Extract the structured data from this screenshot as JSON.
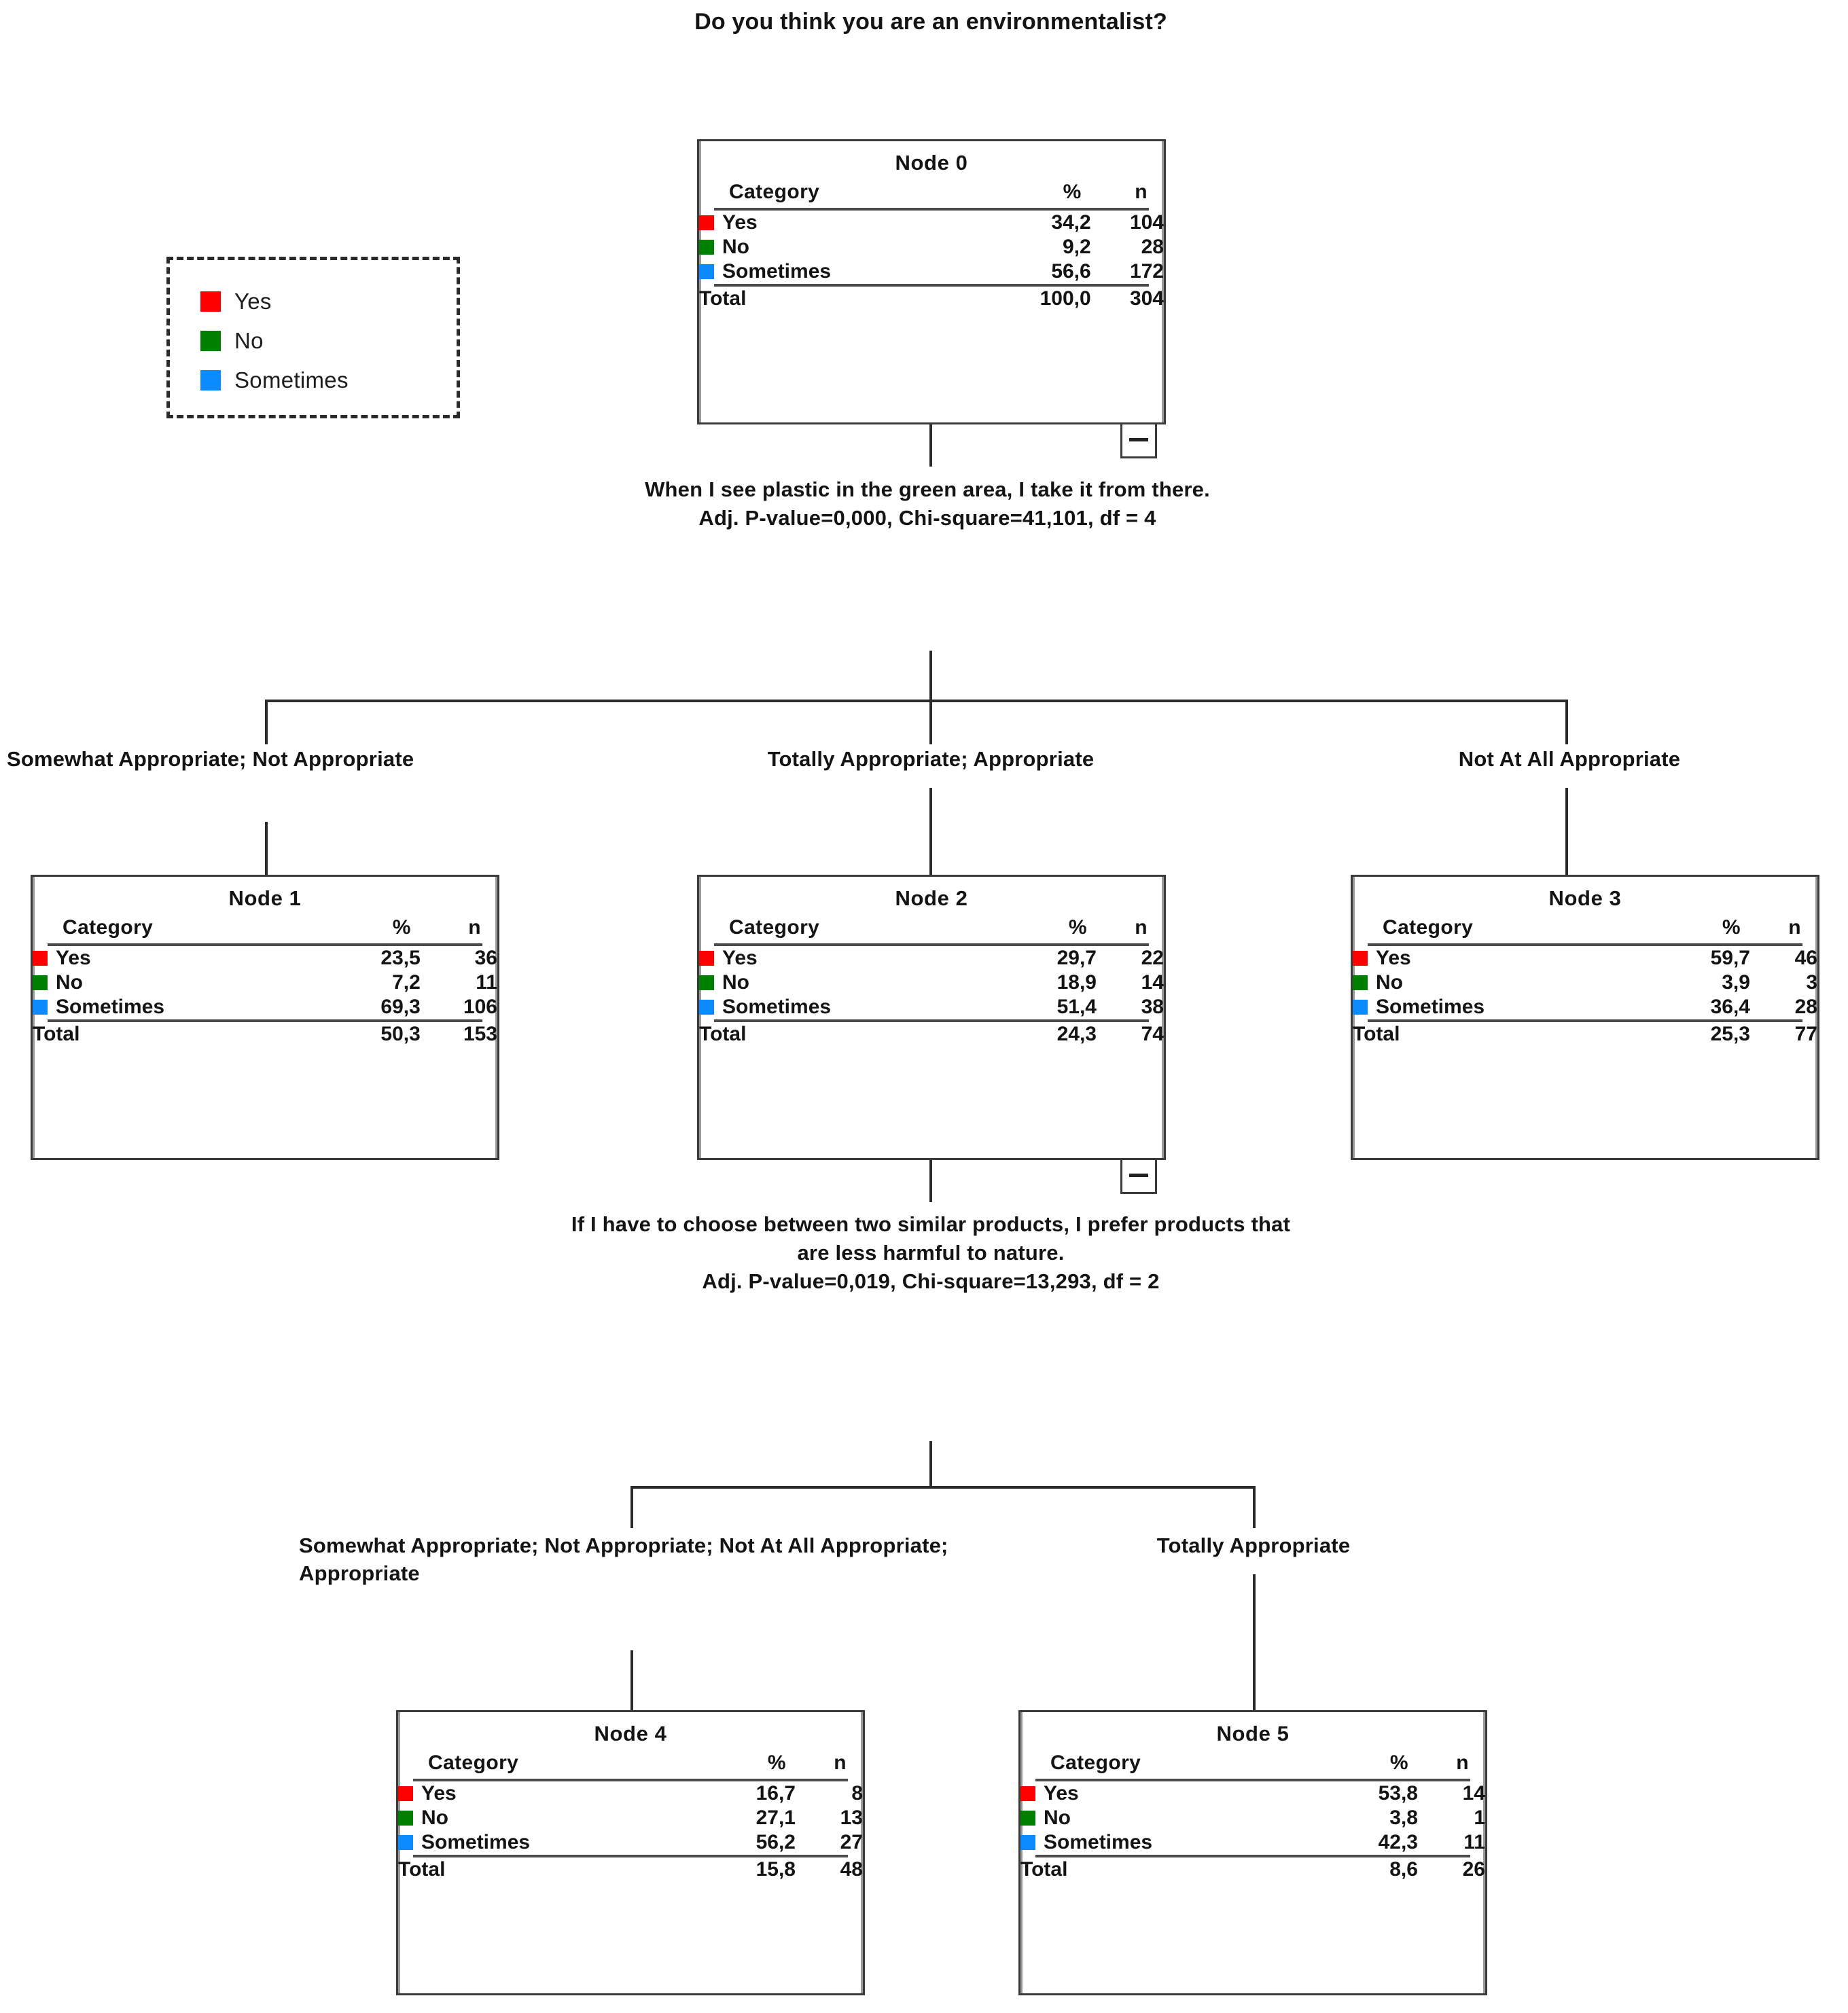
{
  "title": "Do you think you are an environmentalist?",
  "legend": {
    "name": "category-legend",
    "items": [
      {
        "label": "Yes",
        "color": "#FF0000"
      },
      {
        "label": "No",
        "color": "#008000"
      },
      {
        "label": "Sometimes",
        "color": "#0B8BFF"
      }
    ]
  },
  "table_headers": {
    "category": "Category",
    "percent": "%",
    "n": "n",
    "total": "Total"
  },
  "colors": {
    "yes": "#FF0000",
    "no": "#008000",
    "sometimes": "#0B8BFF",
    "border": "#3b3b3b",
    "line": "#2b2b2b",
    "background": "#FFFFFF"
  },
  "nodes": [
    {
      "id": "node-0",
      "title": "Node 0",
      "rows": [
        {
          "category": "Yes",
          "percent": "34,2",
          "n": "104"
        },
        {
          "category": "No",
          "percent": "9,2",
          "n": "28"
        },
        {
          "category": "Sometimes",
          "percent": "56,6",
          "n": "172"
        }
      ],
      "total": {
        "label": "Total",
        "percent": "100,0",
        "n": "304"
      },
      "collapse": "minus"
    },
    {
      "id": "node-1",
      "title": "Node 1",
      "rows": [
        {
          "category": "Yes",
          "percent": "23,5",
          "n": "36"
        },
        {
          "category": "No",
          "percent": "7,2",
          "n": "11"
        },
        {
          "category": "Sometimes",
          "percent": "69,3",
          "n": "106"
        }
      ],
      "total": {
        "label": "Total",
        "percent": "50,3",
        "n": "153"
      },
      "collapse": null
    },
    {
      "id": "node-2",
      "title": "Node 2",
      "rows": [
        {
          "category": "Yes",
          "percent": "29,7",
          "n": "22"
        },
        {
          "category": "No",
          "percent": "18,9",
          "n": "14"
        },
        {
          "category": "Sometimes",
          "percent": "51,4",
          "n": "38"
        }
      ],
      "total": {
        "label": "Total",
        "percent": "24,3",
        "n": "74"
      },
      "collapse": "minus"
    },
    {
      "id": "node-3",
      "title": "Node 3",
      "rows": [
        {
          "category": "Yes",
          "percent": "59,7",
          "n": "46"
        },
        {
          "category": "No",
          "percent": "3,9",
          "n": "3"
        },
        {
          "category": "Sometimes",
          "percent": "36,4",
          "n": "28"
        }
      ],
      "total": {
        "label": "Total",
        "percent": "25,3",
        "n": "77"
      },
      "collapse": null
    },
    {
      "id": "node-4",
      "title": "Node 4",
      "rows": [
        {
          "category": "Yes",
          "percent": "16,7",
          "n": "8"
        },
        {
          "category": "No",
          "percent": "27,1",
          "n": "13"
        },
        {
          "category": "Sometimes",
          "percent": "56,2",
          "n": "27"
        }
      ],
      "total": {
        "label": "Total",
        "percent": "15,8",
        "n": "48"
      },
      "collapse": null
    },
    {
      "id": "node-5",
      "title": "Node 5",
      "rows": [
        {
          "category": "Yes",
          "percent": "53,8",
          "n": "14"
        },
        {
          "category": "No",
          "percent": "3,8",
          "n": "1"
        },
        {
          "category": "Sometimes",
          "percent": "42,3",
          "n": "11"
        }
      ],
      "total": {
        "label": "Total",
        "percent": "8,6",
        "n": "26"
      },
      "collapse": null
    }
  ],
  "splits": [
    {
      "id": "split-1",
      "variable": "When I see plastic in the green area, I take it from there.",
      "stats": "Adj. P-value=0,000, Chi-square=41,101, df = 4",
      "text": "When I see plastic in the green area, I take it from there.\nAdj. P-value=0,000, Chi-square=41,101, df = 4",
      "branches": [
        "Somewhat Appropriate; Not Appropriate",
        "Totally Appropriate; Appropriate",
        "Not At All Appropriate"
      ]
    },
    {
      "id": "split-2",
      "variable": "If I have to choose between two similar products, I prefer products that are less harmful to nature.",
      "stats": "Adj. P-value=0,019, Chi-square=13,293, df = 2",
      "text": "If I have to choose between two similar products, I prefer products that are less harmful to nature.\nAdj. P-value=0,019, Chi-square=13,293, df = 2",
      "branches": [
        "Somewhat Appropriate; Not Appropriate; Not At All Appropriate; Appropriate",
        "Totally Appropriate"
      ]
    }
  ],
  "chart_data": {
    "type": "tree",
    "title": "Do you think you are an environmentalist?",
    "target_categories": [
      "Yes",
      "No",
      "Sometimes"
    ],
    "total_n": 304,
    "nodes": [
      {
        "node": 0,
        "parent": null,
        "percents": [
          34.2,
          9.2,
          56.6
        ],
        "counts": [
          104,
          28,
          172
        ],
        "total_percent": 100.0,
        "total_n": 304,
        "branch_label": null
      },
      {
        "node": 1,
        "parent": 0,
        "percents": [
          23.5,
          7.2,
          69.3
        ],
        "counts": [
          36,
          11,
          106
        ],
        "total_percent": 50.3,
        "total_n": 153,
        "branch_label": "Somewhat Appropriate; Not Appropriate"
      },
      {
        "node": 2,
        "parent": 0,
        "percents": [
          29.7,
          18.9,
          51.4
        ],
        "counts": [
          22,
          14,
          38
        ],
        "total_percent": 24.3,
        "total_n": 74,
        "branch_label": "Totally Appropriate; Appropriate"
      },
      {
        "node": 3,
        "parent": 0,
        "percents": [
          59.7,
          3.9,
          36.4
        ],
        "counts": [
          46,
          3,
          28
        ],
        "total_percent": 25.3,
        "total_n": 77,
        "branch_label": "Not At All Appropriate"
      },
      {
        "node": 4,
        "parent": 2,
        "percents": [
          16.7,
          27.1,
          56.2
        ],
        "counts": [
          8,
          13,
          27
        ],
        "total_percent": 15.8,
        "total_n": 48,
        "branch_label": "Somewhat Appropriate; Not Appropriate; Not At All Appropriate; Appropriate"
      },
      {
        "node": 5,
        "parent": 2,
        "percents": [
          53.8,
          3.8,
          42.3
        ],
        "counts": [
          14,
          1,
          11
        ],
        "total_percent": 8.6,
        "total_n": 26,
        "branch_label": "Totally Appropriate"
      }
    ],
    "splits": [
      {
        "parent_node": 0,
        "variable": "When I see plastic in the green area, I take it from there.",
        "adj_p_value": 0.0,
        "chi_square": 41.101,
        "df": 4
      },
      {
        "parent_node": 2,
        "variable": "If I have to choose between two similar products, I prefer products that are less harmful to nature.",
        "adj_p_value": 0.019,
        "chi_square": 13.293,
        "df": 2
      }
    ]
  }
}
